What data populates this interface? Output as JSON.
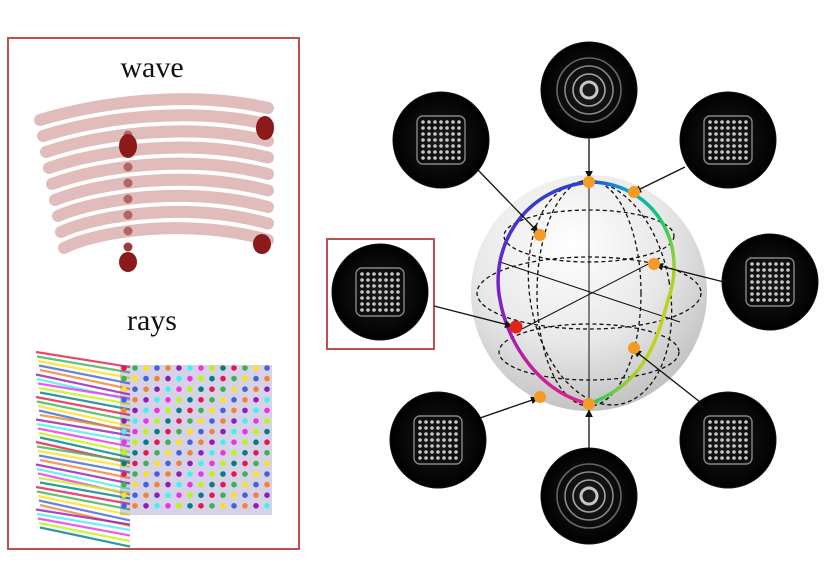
{
  "left_panel": {
    "wave_label": "wave",
    "rays_label": "rays",
    "frame_color": "#c0504d"
  },
  "sphere": {
    "point_color": "#f59a23",
    "highlight_point_color": "#e2231a",
    "points": [
      {
        "id": "top",
        "pattern": "ring"
      },
      {
        "id": "upper-left",
        "pattern": "grid"
      },
      {
        "id": "upper-right",
        "pattern": "grid"
      },
      {
        "id": "right",
        "pattern": "grid"
      },
      {
        "id": "left",
        "pattern": "grid",
        "highlighted": true
      },
      {
        "id": "lower-right",
        "pattern": "grid"
      },
      {
        "id": "lower-left",
        "pattern": "grid"
      },
      {
        "id": "bottom",
        "pattern": "ring"
      }
    ]
  }
}
